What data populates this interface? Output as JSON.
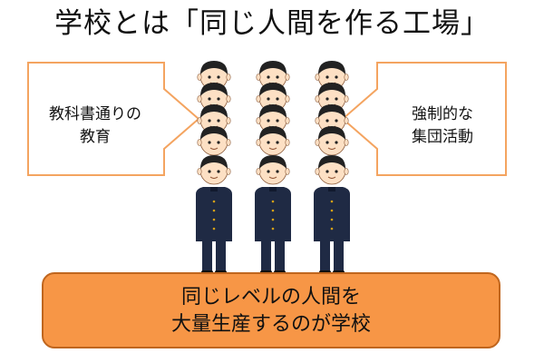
{
  "title": "学校とは「同じ人間を作る工場」",
  "left_arrow": {
    "line1": "教科書通りの",
    "line2": "教育"
  },
  "right_arrow": {
    "line1": "強制的な",
    "line2": "集団活動"
  },
  "bottom_box": {
    "line1": "同じレベルの人間を",
    "line2": "大量生産するのが学校"
  },
  "colors": {
    "arrow_border": "#f4a460",
    "box_fill": "#f79646",
    "box_border": "#c0661e",
    "uniform": "#1f2a44",
    "skin": "#fde0c4"
  },
  "students": {
    "columns": 3,
    "rows": 5,
    "description_icon": "student-uniform-icon"
  }
}
